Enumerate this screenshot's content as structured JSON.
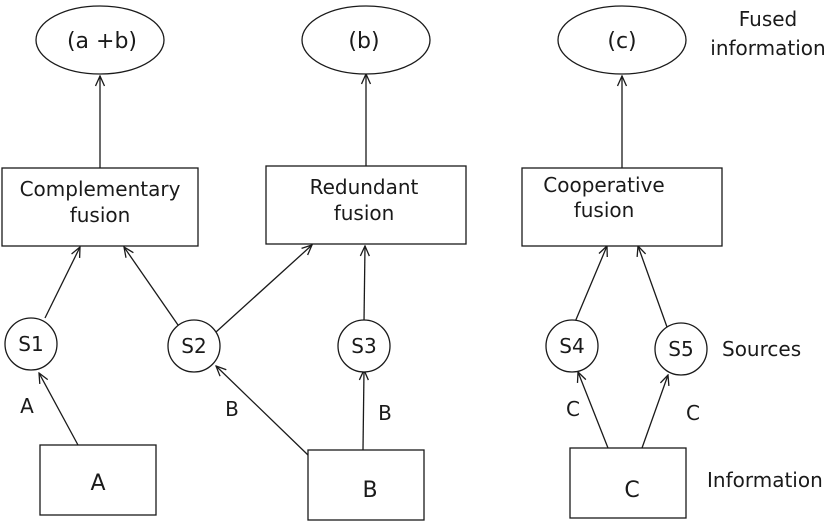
{
  "fused_nodes": [
    {
      "id": "fused-ab",
      "label": "(a +b)"
    },
    {
      "id": "fused-b",
      "label": "(b)"
    },
    {
      "id": "fused-c",
      "label": "(c)"
    }
  ],
  "fusion_nodes": [
    {
      "id": "complementary",
      "lines": [
        "Complementary",
        "fusion"
      ]
    },
    {
      "id": "redundant",
      "lines": [
        "Redundant",
        "fusion"
      ]
    },
    {
      "id": "cooperative",
      "lines": [
        "Cooperative",
        "fusion"
      ]
    }
  ],
  "sources": [
    {
      "id": "s1",
      "label": "S1"
    },
    {
      "id": "s2",
      "label": "S2"
    },
    {
      "id": "s3",
      "label": "S3"
    },
    {
      "id": "s4",
      "label": "S4"
    },
    {
      "id": "s5",
      "label": "S5"
    }
  ],
  "information_nodes": [
    {
      "id": "info-a",
      "label": "A"
    },
    {
      "id": "info-b",
      "label": "B"
    },
    {
      "id": "info-c",
      "label": "C"
    }
  ],
  "edges": [
    {
      "from": "complementary",
      "to": "fused-ab"
    },
    {
      "from": "redundant",
      "to": "fused-b"
    },
    {
      "from": "cooperative",
      "to": "fused-c"
    },
    {
      "from": "s1",
      "to": "complementary"
    },
    {
      "from": "s2",
      "to": "complementary"
    },
    {
      "from": "s2",
      "to": "redundant"
    },
    {
      "from": "s3",
      "to": "redundant"
    },
    {
      "from": "s4",
      "to": "cooperative"
    },
    {
      "from": "s5",
      "to": "cooperative"
    },
    {
      "from": "info-a",
      "to": "s1",
      "label": "A"
    },
    {
      "from": "info-b",
      "to": "s2",
      "label": "B"
    },
    {
      "from": "info-b",
      "to": "s3",
      "label": "B"
    },
    {
      "from": "info-c",
      "to": "s4",
      "label": "C"
    },
    {
      "from": "info-c",
      "to": "s5",
      "label": "C"
    }
  ],
  "legend": {
    "fused_information": [
      "Fused",
      "information"
    ],
    "sources": "Sources",
    "information": "Information"
  }
}
